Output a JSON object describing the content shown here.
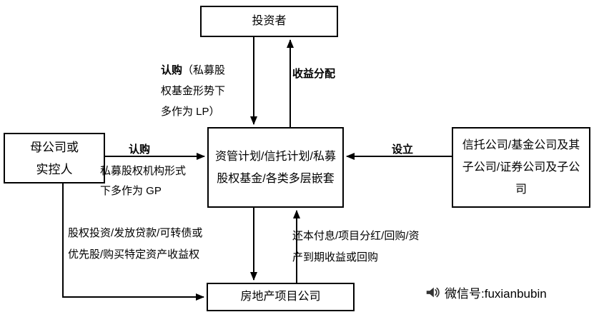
{
  "nodes": {
    "investor": {
      "label": "投资者"
    },
    "center": {
      "label": "资管计划/信托计划/私募股权基金/各类多层嵌套"
    },
    "parent": {
      "label": "母公司或实控人"
    },
    "trust": {
      "label": "信托公司/基金公司及其子公司/证券公司及子公司"
    },
    "project": {
      "label": "房地产项目公司"
    }
  },
  "edges": {
    "subscribe_lp": {
      "bold": "认购",
      "rest": "（私募股权基金形势下多作为 LP）"
    },
    "income": {
      "label": "收益分配"
    },
    "subscribe_gp": {
      "bold": "认购",
      "rest": "私募股权机构形式下多作为 GP"
    },
    "setup": {
      "label": "设立"
    },
    "equity": {
      "lines": [
        "股权投资/发放贷款/可转债或",
        "优先股/购买特定资产收益权"
      ]
    },
    "repay": {
      "lines": [
        "还本付息/项目分红/回购/资",
        "产到期收益或回购"
      ]
    }
  },
  "footer": {
    "wechat": "微信号:fuxianbubin"
  },
  "colors": {
    "background": "#ffffff",
    "line": "#000000",
    "text": "#000000"
  }
}
